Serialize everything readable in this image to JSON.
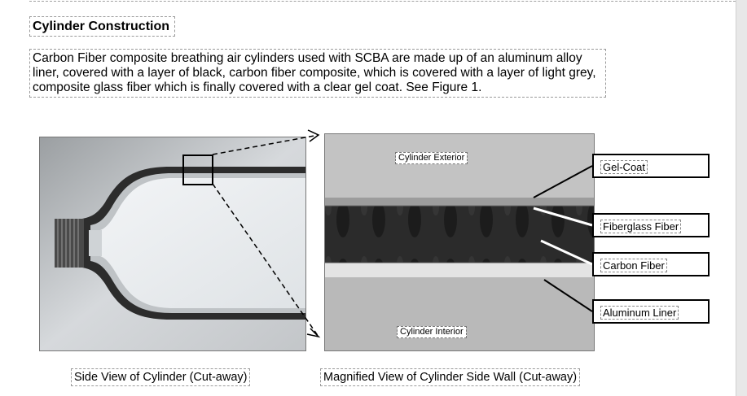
{
  "section": {
    "heading": "Cylinder Construction",
    "paragraph": "Carbon Fiber composite breathing air cylinders used with SCBA are made up of an aluminum alloy liner, covered with a layer of black, carbon fiber composite, which is covered with a layer of light grey, composite glass fiber which is finally covered with a clear gel coat. See Figure 1."
  },
  "figure": {
    "magnified_labels": {
      "exterior": "Cylinder Exterior",
      "interior": "Cylinder Interior"
    },
    "callouts": {
      "gel_coat": "Gel-Coat",
      "fiberglass": "Fiberglass Fiber",
      "carbon": "Carbon Fiber",
      "aluminum": "Aluminum Liner"
    },
    "captions": {
      "left": "Side View of Cylinder (Cut-away)",
      "right": "Magnified View of Cylinder Side Wall (Cut-away)"
    }
  }
}
